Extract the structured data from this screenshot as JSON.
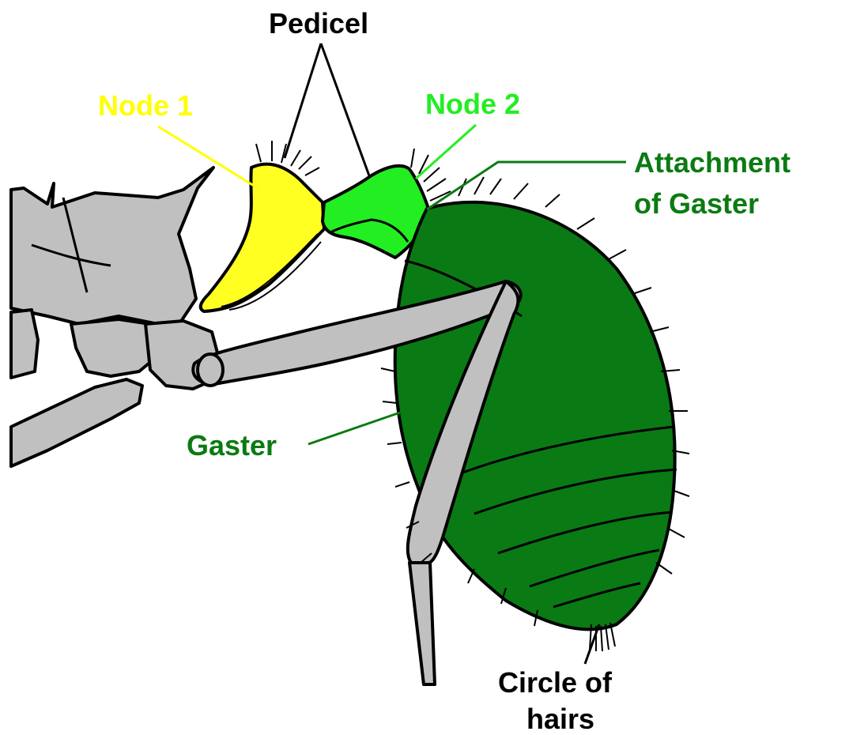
{
  "labels": {
    "pedicel": "Pedicel",
    "node1": "Node 1",
    "node2": "Node 2",
    "attachment_line1": "Attachment",
    "attachment_line2": "of Gaster",
    "gaster": "Gaster",
    "hairs_line1": "Circle of",
    "hairs_line2": "hairs"
  },
  "colors": {
    "node1": "#ffff22",
    "node2": "#22ee22",
    "gaster": "#0a7a14",
    "body": "#c0c0c0",
    "label_green": "#0c7a12"
  }
}
